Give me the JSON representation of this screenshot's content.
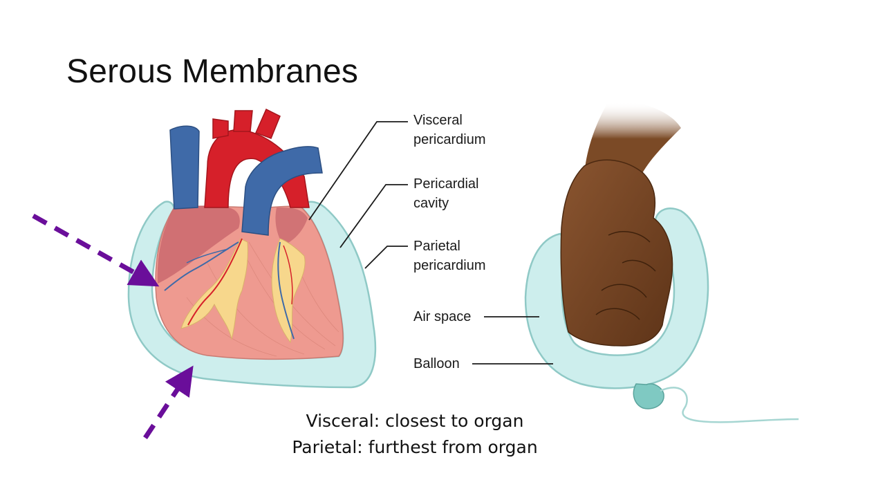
{
  "slide": {
    "title": "Serous Membranes",
    "caption": {
      "line1": "Visceral: closest to organ",
      "line2": "Parietal: furthest from organ"
    }
  },
  "heart_labels": {
    "visceral": [
      "Visceral",
      "pericardium"
    ],
    "cavity": [
      "Pericardial",
      "cavity"
    ],
    "parietal": [
      "Parietal",
      "pericardium"
    ]
  },
  "balloon_labels": {
    "air_space": "Air space",
    "balloon": "Balloon"
  },
  "colors": {
    "membrane": "#cdeeed",
    "membrane_edge": "#8fc9c6",
    "myocardium": "#ee9a90",
    "vein_blue": "#3f6aa8",
    "artery_red": "#d6202a",
    "fat_yellow": "#f7d78c",
    "fist_brown": "#7b4a26",
    "arrow_purple": "#6a0e9a"
  }
}
